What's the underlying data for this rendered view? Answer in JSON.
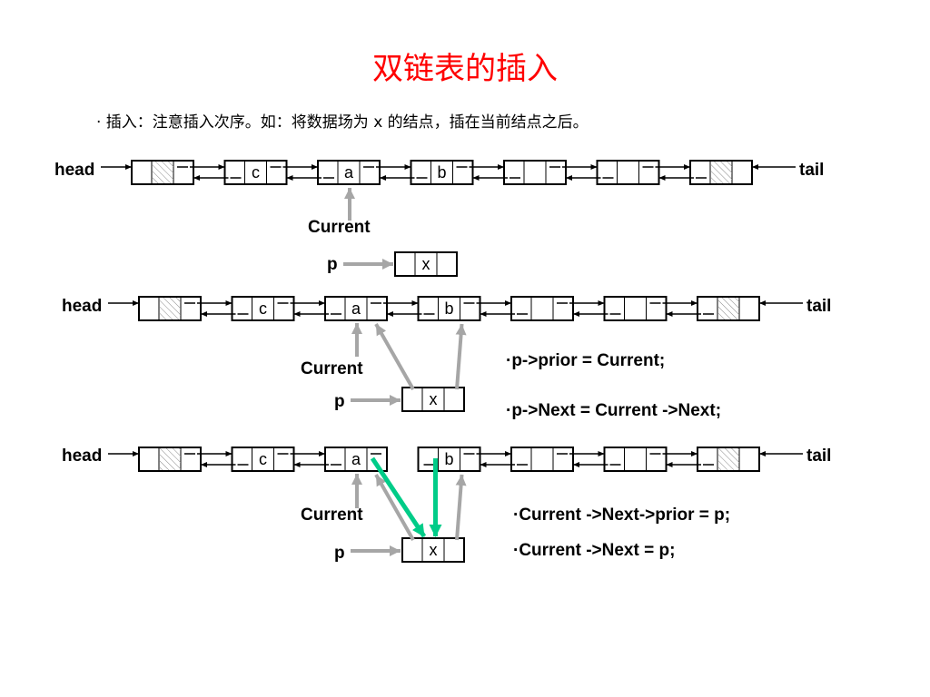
{
  "title": "双链表的插入",
  "subtitle": "· 插入：注意插入次序。如：将数据场为 x 的结点，插在当前结点之后。",
  "labels": {
    "head": "head",
    "tail": "tail",
    "current": "Current",
    "p": "p",
    "new_node": "x"
  },
  "rows": [
    {
      "nodes": [
        "",
        "c",
        "a",
        "b",
        "",
        "",
        ""
      ]
    },
    {
      "nodes": [
        "",
        "c",
        "a",
        "b",
        "",
        "",
        ""
      ]
    },
    {
      "nodes": [
        "",
        "c",
        "a",
        "b",
        "",
        "",
        ""
      ]
    }
  ],
  "code_lines": [
    "p->prior = Current;",
    "p->Next = Current ->Next;",
    "Current ->Next->prior = p;",
    "Current ->Next = p;"
  ],
  "colors": {
    "title": "#ff0000",
    "new_link": "#00cc88",
    "pointer_arrow": "#a6a6a6",
    "node_border": "#000000"
  }
}
